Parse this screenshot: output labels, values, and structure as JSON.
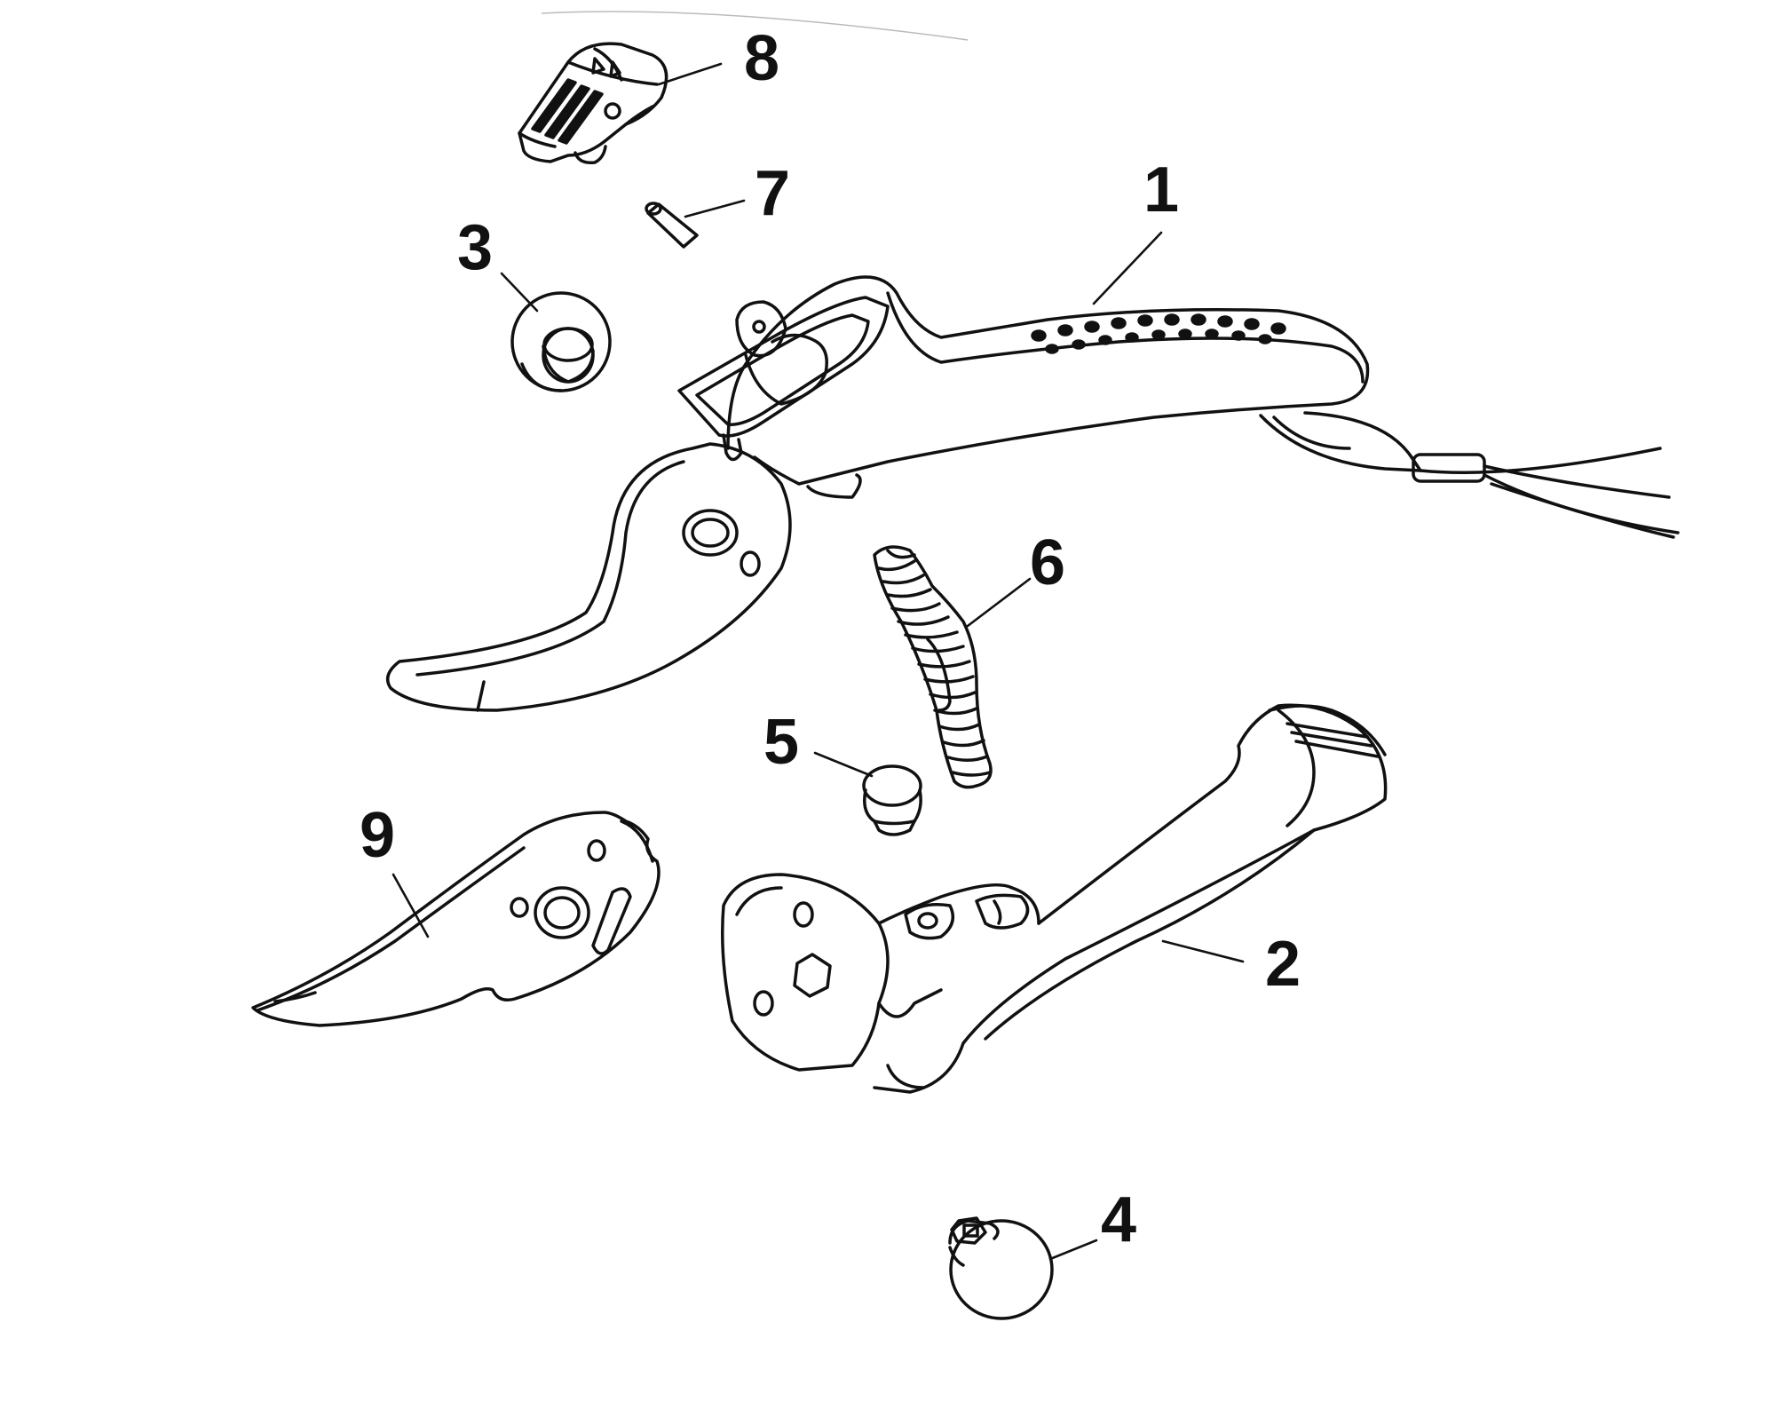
{
  "colors": {
    "ink": "#111111",
    "background": "#ffffff"
  },
  "callouts": [
    {
      "number": "1"
    },
    {
      "number": "2"
    },
    {
      "number": "3"
    },
    {
      "number": "4"
    },
    {
      "number": "5"
    },
    {
      "number": "6"
    },
    {
      "number": "7"
    },
    {
      "number": "8"
    },
    {
      "number": "9"
    }
  ]
}
